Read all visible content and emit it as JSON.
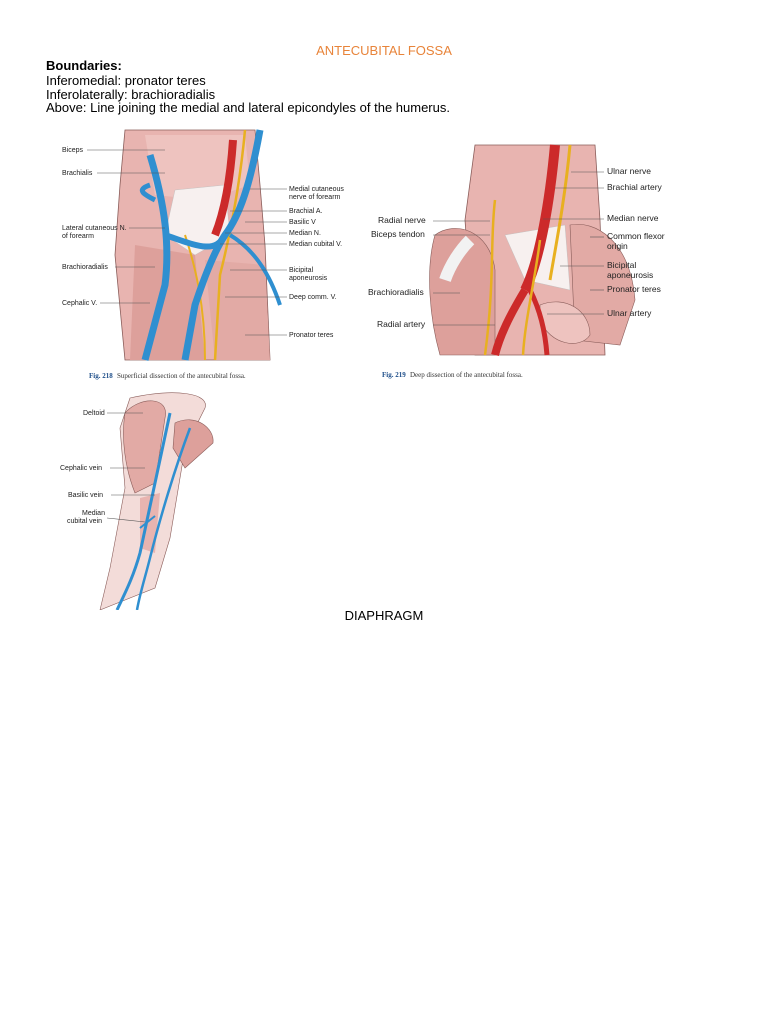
{
  "page": {
    "title": "ANTECUBITAL FOSSA",
    "boundaries_heading": "Boundaries:",
    "lines": [
      "Inferomedial: pronator teres",
      "Inferolaterally: brachioradialis",
      "Above: Line joining the medial and lateral epicondyles of the humerus."
    ],
    "footer": "DIAPHRAGM"
  },
  "figure218": {
    "left_labels": [
      "Biceps",
      "Brachialis",
      "Lateral cutaneous N.",
      "of forearm",
      "Brachioradialis",
      "Cephalic V."
    ],
    "right_labels": [
      "Medial cutaneous",
      "nerve of forearm",
      "Brachial A.",
      "Basilic V",
      "Median N.",
      "Median cubital V.",
      "Bicipital",
      "aponeurosis",
      "Deep comm. V.",
      "Pronator teres"
    ],
    "caption_num": "Fig. 218",
    "caption_text": "Superficial dissection of the antecubital fossa."
  },
  "figure219": {
    "left_labels": [
      "Radial nerve",
      "Biceps tendon",
      "Brachioradialis",
      "Radial artery"
    ],
    "right_labels": [
      "Ulnar nerve",
      "Brachial artery",
      "Median nerve",
      "Common flexor",
      "origin",
      "Bicipital",
      "aponeurosis",
      "Pronator teres",
      "Ulnar artery"
    ],
    "caption_num": "Fig. 219",
    "caption_text": "Deep dissection of the antecubital fossa."
  },
  "figure_arm": {
    "labels": [
      "Deltoid",
      "Cephalic vein",
      "Basilic vein",
      "Median",
      "cubital vein"
    ]
  },
  "colors": {
    "title": "#e8843a",
    "muscle": "#e8b4b0",
    "vein": "#2f8fd0",
    "artery": "#cc2a2a",
    "nerve": "#e8b020"
  }
}
